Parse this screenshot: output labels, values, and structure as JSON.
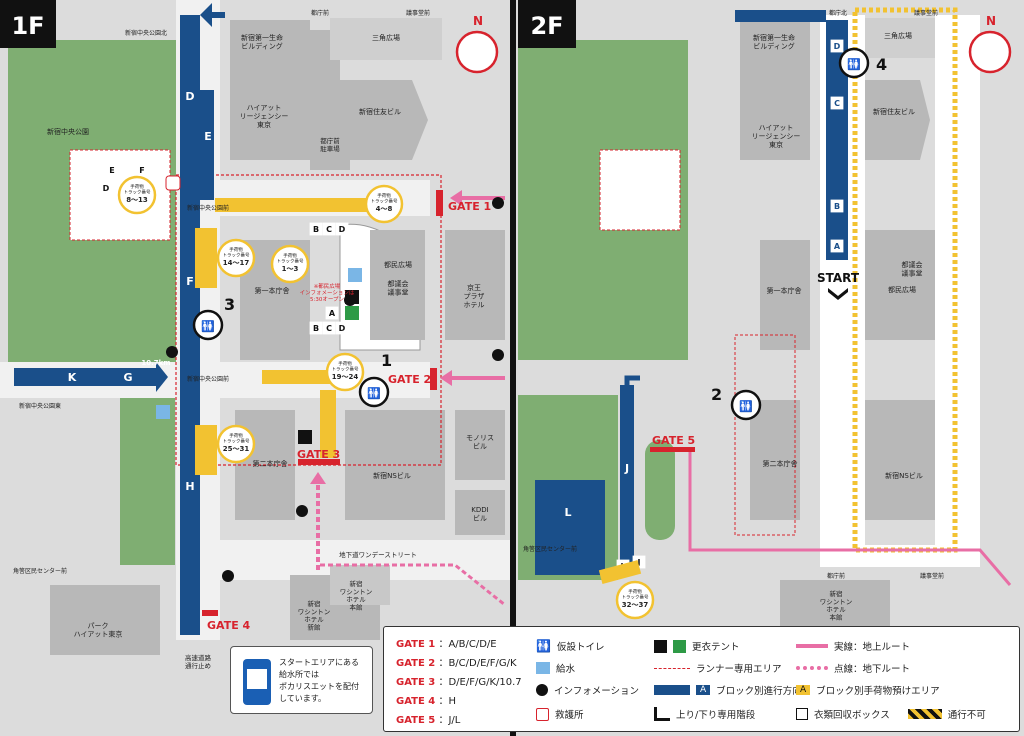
{
  "floors": {
    "f1": {
      "label": "1F"
    },
    "f2": {
      "label": "2F"
    }
  },
  "north": "N",
  "start": "START",
  "gates_map": {
    "gate1": "GATE 1",
    "gate2": "GATE 2",
    "gate3": "GATE 3",
    "gate4": "GATE 4",
    "gate5": "GATE 5"
  },
  "toilet_numbers": [
    "1",
    "2",
    "3",
    "4"
  ],
  "buildings_1f": {
    "dai1seimei": "新宿第一生命\nビルディング",
    "hyatt": "ハイアット\nリージェンシー\n東京",
    "sumitomo": "新宿住友ビル",
    "tocho_parking": "都庁前\n駐車場",
    "sankaku": "三角広場",
    "park": "新宿中央公園",
    "tocho1": "第一本庁舎",
    "tocho2": "第二本庁舎",
    "tomin_hiroba": "都民広場",
    "gikai": "都議会\n議事堂",
    "keio_plaza": "京王\nプラザ\nホテル",
    "mono": "モノリス\nビル",
    "ns": "新宿NSビル",
    "kddi": "KDDI\nビル",
    "washington": "新宿\nワシントン\nホテル\n本館",
    "washington_new": "新宿\nワシントン\nホテル\n新館",
    "park_hyatt": "パーク\nハイアット東京",
    "center_mae": "角筈区民センター前",
    "chuo_koen_kita": "新宿中央公園北",
    "chuo_koen_higashi": "新宿中央公園東",
    "chuo_koen_dori": "新宿中央公園前",
    "tochomae": "都庁前",
    "gikaimae": "議事堂前",
    "underground": "地下道ワンデーストリート",
    "kosoku": "高速道路\n通行止め",
    "info_open": "※都民広場\nインフォメーションは\n5:30オープン",
    "dist": "10.7km"
  },
  "buildings_2f": {
    "dai1seimei": "新宿第一生命\nビルディング",
    "hyatt": "ハイアット\nリージェンシー\n東京",
    "sumitomo": "新宿住友ビル",
    "sankaku": "三角広場",
    "tocho1": "第一本庁舎",
    "tocho2": "第二本庁舎",
    "tomin_hiroba": "都民広場",
    "gikai": "都議会\n議事堂",
    "ns": "新宿NSビル",
    "washington": "新宿\nワシントン\nホテル\n本館",
    "center_mae": "角筈区民センター前",
    "tochokita": "都庁北",
    "gikaimae": "議事堂前",
    "tochomae": "都庁前"
  },
  "track_numbers": {
    "t1": "手荷物\nトラック番号\n8〜13",
    "t2": "手荷物\nトラック番号\n4〜8",
    "t3": "手荷物\nトラック番号\n14〜17",
    "t4": "手荷物\nトラック番号\n1〜3",
    "t5": "手荷物\nトラック番号\n19〜24",
    "t6": "手荷物\nトラック番号\n25〜31",
    "t7": "手荷物\nトラック番号\n32〜37"
  },
  "bottle_note": "スタートエリアにある\n給水所では\nポカリスエットを配付\nしています。",
  "legend": {
    "gates": [
      {
        "name": "GATE 1",
        "blocks": "：A/B/C/D/E"
      },
      {
        "name": "GATE 2",
        "blocks": "：B/C/D/E/F/G/K"
      },
      {
        "name": "GATE 3",
        "blocks": "：D/E/F/G/K/10.7"
      },
      {
        "name": "GATE 4",
        "blocks": "：H"
      },
      {
        "name": "GATE 5",
        "blocks": "：J/L"
      }
    ],
    "items": {
      "toilet": "仮設トイレ",
      "water": "給水",
      "info": "インフォメーション",
      "first_aid": "救護所",
      "tent": "更衣テント",
      "runner_area": "ランナー専用エリア",
      "block_dir": "ブロック別進行方向",
      "stairs": "上り/下り専用階段",
      "ground_route": "実線：地上ルート",
      "underground_route": "点線：地下ルート",
      "baggage": "ブロック別手荷物預けエリア",
      "clothes": "衣類回収ボックス",
      "no_pass": "通行不可",
      "block_letter": "A"
    }
  },
  "colors": {
    "navy": "#1a4f8a",
    "yellow": "#f2c231",
    "red": "#d7232d",
    "pink": "#e86ea5",
    "green": "#7fae72",
    "gray": "#b5b5b5",
    "road": "#e9e9e9"
  }
}
